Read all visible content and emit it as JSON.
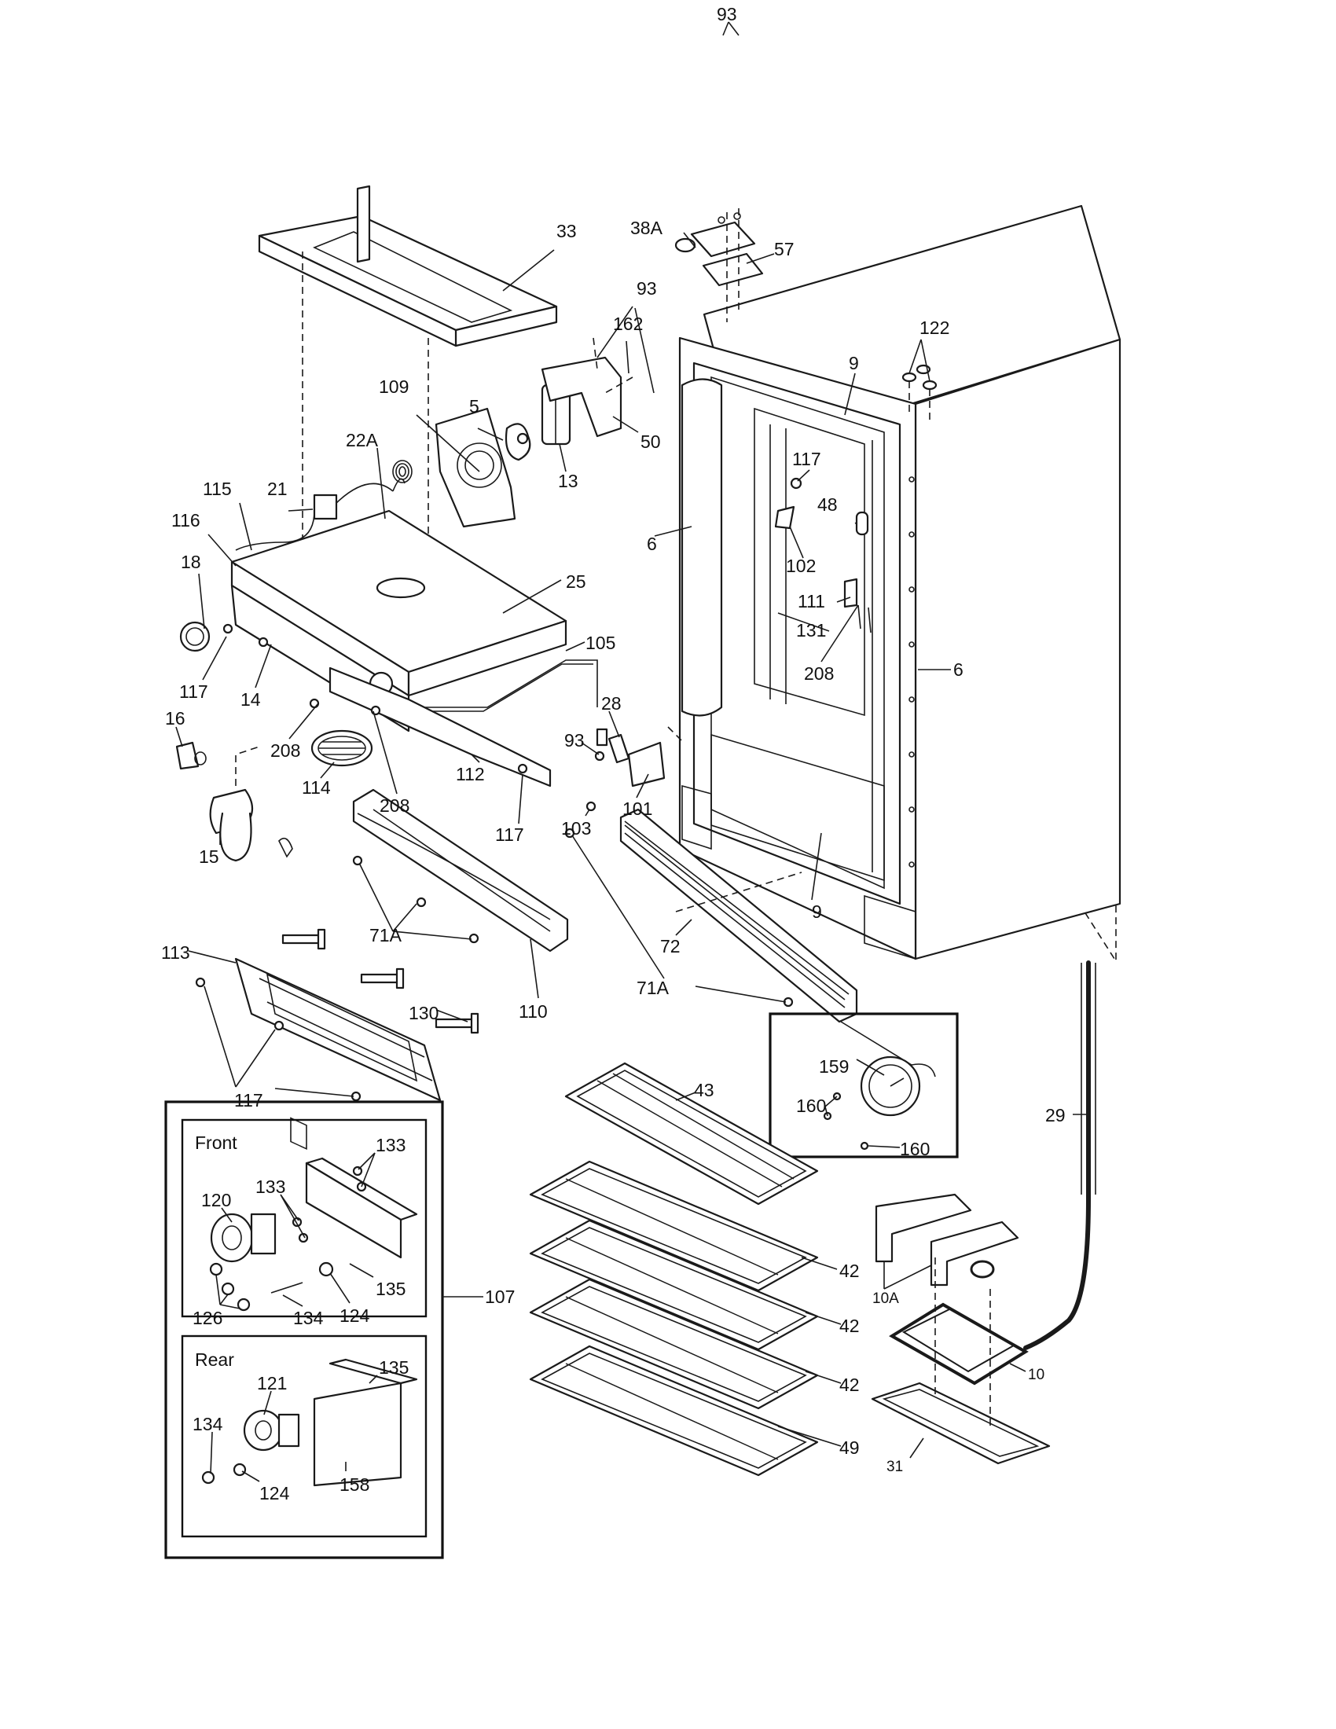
{
  "diagram": {
    "callouts": [
      {
        "id": "93",
        "text": "93"
      },
      {
        "id": "38A",
        "text": "38A"
      },
      {
        "id": "57",
        "text": "57"
      },
      {
        "id": "33",
        "text": "33"
      },
      {
        "id": "93b",
        "text": "93"
      },
      {
        "id": "162",
        "text": "162"
      },
      {
        "id": "122",
        "text": "122"
      },
      {
        "id": "109",
        "text": "109"
      },
      {
        "id": "5",
        "text": "5"
      },
      {
        "id": "9a",
        "text": "9"
      },
      {
        "id": "50",
        "text": "50"
      },
      {
        "id": "22A",
        "text": "22A"
      },
      {
        "id": "13",
        "text": "13"
      },
      {
        "id": "117a",
        "text": "117"
      },
      {
        "id": "115",
        "text": "115"
      },
      {
        "id": "21",
        "text": "21"
      },
      {
        "id": "48",
        "text": "48"
      },
      {
        "id": "116",
        "text": "116"
      },
      {
        "id": "6a",
        "text": "6"
      },
      {
        "id": "18",
        "text": "18"
      },
      {
        "id": "102",
        "text": "102"
      },
      {
        "id": "25",
        "text": "25"
      },
      {
        "id": "111",
        "text": "111"
      },
      {
        "id": "131",
        "text": "131"
      },
      {
        "id": "105",
        "text": "105"
      },
      {
        "id": "117b",
        "text": "117"
      },
      {
        "id": "208a",
        "text": "208"
      },
      {
        "id": "6b",
        "text": "6"
      },
      {
        "id": "14",
        "text": "14"
      },
      {
        "id": "28",
        "text": "28"
      },
      {
        "id": "16",
        "text": "16"
      },
      {
        "id": "208b",
        "text": "208"
      },
      {
        "id": "93c",
        "text": "93"
      },
      {
        "id": "112",
        "text": "112"
      },
      {
        "id": "114",
        "text": "114"
      },
      {
        "id": "208c",
        "text": "208"
      },
      {
        "id": "101",
        "text": "101"
      },
      {
        "id": "103",
        "text": "103"
      },
      {
        "id": "117c",
        "text": "117"
      },
      {
        "id": "15",
        "text": "15"
      },
      {
        "id": "9b",
        "text": "9"
      },
      {
        "id": "71A",
        "text": "71A"
      },
      {
        "id": "72",
        "text": "72"
      },
      {
        "id": "113",
        "text": "113"
      },
      {
        "id": "71Ab",
        "text": "71A"
      },
      {
        "id": "130",
        "text": "130"
      },
      {
        "id": "110",
        "text": "110"
      },
      {
        "id": "117d",
        "text": "117"
      },
      {
        "id": "159",
        "text": "159"
      },
      {
        "id": "43",
        "text": "43"
      },
      {
        "id": "160a",
        "text": "160"
      },
      {
        "id": "29",
        "text": "29"
      },
      {
        "id": "160b",
        "text": "160"
      },
      {
        "id": "42a",
        "text": "42"
      },
      {
        "id": "10A",
        "text": "10A"
      },
      {
        "id": "42b",
        "text": "42"
      },
      {
        "id": "10",
        "text": "10"
      },
      {
        "id": "42c",
        "text": "42"
      },
      {
        "id": "31",
        "text": "31"
      },
      {
        "id": "49",
        "text": "49"
      },
      {
        "id": "107",
        "text": "107"
      }
    ],
    "front_box": {
      "title": "Front",
      "callouts": [
        {
          "id": "133a",
          "text": "133"
        },
        {
          "id": "133b",
          "text": "133"
        },
        {
          "id": "120",
          "text": "120"
        },
        {
          "id": "135",
          "text": "135"
        },
        {
          "id": "126",
          "text": "126"
        },
        {
          "id": "124",
          "text": "124"
        },
        {
          "id": "134",
          "text": "134"
        }
      ]
    },
    "rear_box": {
      "title": "Rear",
      "callouts": [
        {
          "id": "121",
          "text": "121"
        },
        {
          "id": "135",
          "text": "135"
        },
        {
          "id": "134",
          "text": "134"
        },
        {
          "id": "124",
          "text": "124"
        },
        {
          "id": "158",
          "text": "158"
        }
      ]
    }
  }
}
